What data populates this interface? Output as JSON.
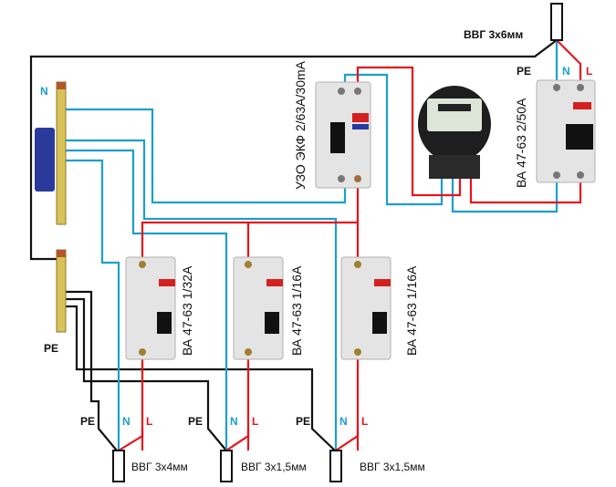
{
  "colors": {
    "phase": "#e8141b",
    "neutral": "#1aa0cc",
    "ground": "#111111",
    "device_body": "#e4e4e4",
    "busbar": "#d8c25a",
    "busbar_holder": "#2a3a9a",
    "meter_body": "#1e1e1e"
  },
  "input_cable": {
    "label": "ВВГ 3х6мм",
    "wires": {
      "pe": "PE",
      "n": "N",
      "l": "L"
    }
  },
  "busbars": {
    "neutral": {
      "label": "N"
    },
    "ground": {
      "label": "PE"
    }
  },
  "devices": {
    "main_breaker": {
      "label": "ВА 47-63 2/50А"
    },
    "rcd": {
      "label": "УЗО ЭКФ 2/63А/30mA"
    },
    "meter": {
      "label": ""
    },
    "breakers": [
      {
        "label": "ВА 47-63 1/32А"
      },
      {
        "label": "ВА 47-63 1/16А"
      },
      {
        "label": "ВА 47-63 1/16А"
      }
    ]
  },
  "output_cables": [
    {
      "label": "ВВГ 3х4мм",
      "wires": {
        "pe": "PE",
        "n": "N",
        "l": "L"
      }
    },
    {
      "label": "ВВГ 3х1,5мм",
      "wires": {
        "pe": "PE",
        "n": "N",
        "l": "L"
      }
    },
    {
      "label": "ВВГ 3х1,5мм",
      "wires": {
        "pe": "PE",
        "n": "N",
        "l": "L"
      }
    }
  ]
}
